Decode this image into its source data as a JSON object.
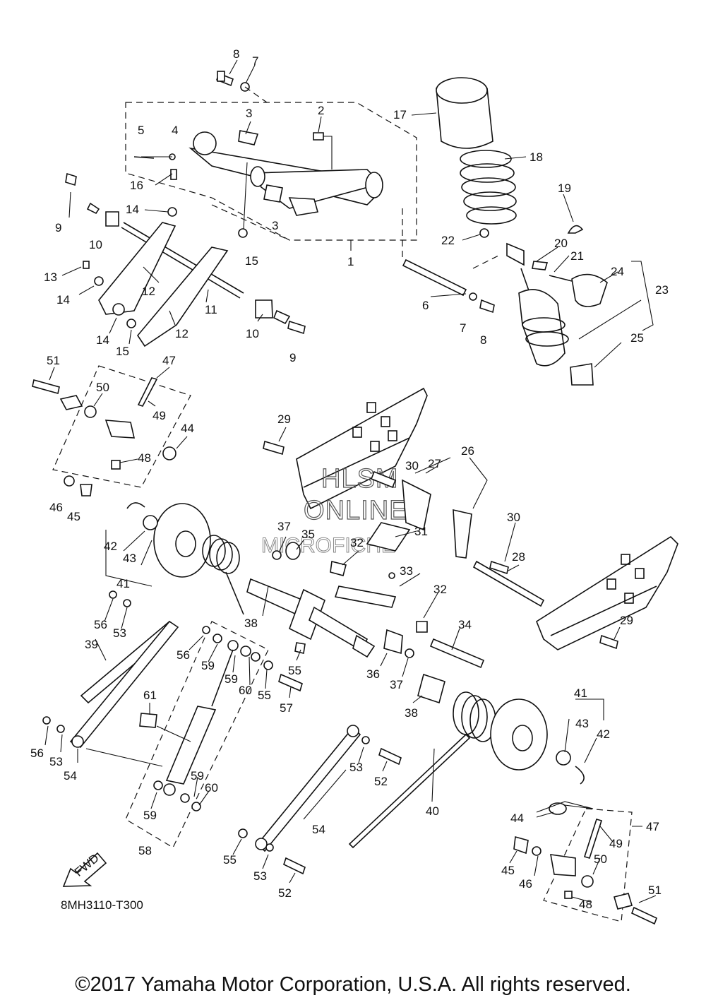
{
  "diagram": {
    "callouts": [
      "8",
      "7",
      "3",
      "2",
      "5",
      "4",
      "17",
      "18",
      "16",
      "14",
      "9",
      "10",
      "3",
      "19",
      "22",
      "20",
      "21",
      "15",
      "1",
      "24",
      "23",
      "13",
      "12",
      "14",
      "11",
      "6",
      "14",
      "15",
      "12",
      "10",
      "7",
      "8",
      "9",
      "25",
      "51",
      "47",
      "50",
      "49",
      "44",
      "29",
      "26",
      "48",
      "27",
      "30",
      "46",
      "45",
      "42",
      "37",
      "35",
      "32",
      "31",
      "30",
      "28",
      "43",
      "33",
      "41",
      "32",
      "56",
      "53",
      "38",
      "34",
      "29",
      "39",
      "56",
      "59",
      "55",
      "36",
      "59",
      "60",
      "55",
      "37",
      "57",
      "61",
      "38",
      "41",
      "43",
      "42",
      "56",
      "53",
      "54",
      "53",
      "52",
      "59",
      "60",
      "40",
      "59",
      "54",
      "44",
      "47",
      "49",
      "58",
      "55",
      "45",
      "50",
      "46",
      "53",
      "48",
      "52",
      "51"
    ],
    "part_code": "8MH3110-T300",
    "fwd_label": "FWD",
    "watermark": [
      "HLSM",
      "ONLINE",
      "MICROFICHE"
    ],
    "copyright": "©2017 Yamaha Motor Corporation, U.S.A. All rights reserved."
  }
}
